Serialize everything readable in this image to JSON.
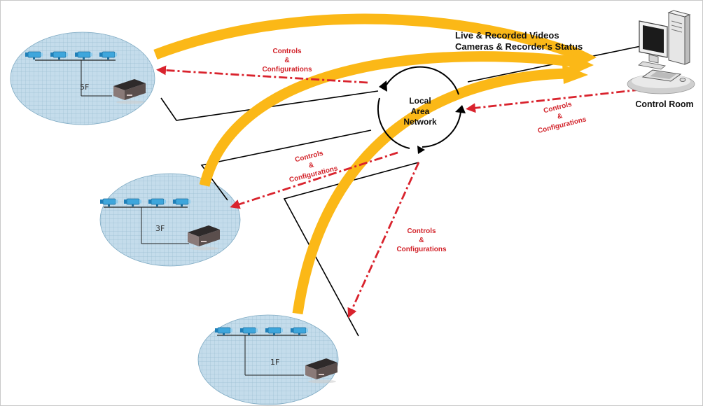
{
  "colors": {
    "video_arrow": "#fbb817",
    "control_arrow": "#d9232d",
    "floor_fill": "#bfd9e8",
    "camera": "#3ea6dc",
    "border": "#c8c8c8"
  },
  "labels": {
    "video_flow_line1": "Live & Recorded Videos",
    "video_flow_line2": "Cameras & Recorder's Status",
    "network_line1": "Local",
    "network_line2": "Area",
    "network_line3": "Network",
    "control_room": "Control Room"
  },
  "control_labels": {
    "c1": [
      "Controls",
      "&",
      "Configurations"
    ],
    "c2": [
      "Controls",
      "&",
      "Configurations"
    ],
    "c3": [
      "Controls",
      "&",
      "Configurations"
    ],
    "c4": [
      "Controls",
      "&",
      "Configurations"
    ]
  },
  "floors": {
    "f5": "5F",
    "f3": "3F",
    "f1": "1F"
  },
  "icons": {
    "camera": "bullet-camera-icon",
    "recorder": "dvr-recorder-icon",
    "workstation": "computer-workstation-icon"
  }
}
